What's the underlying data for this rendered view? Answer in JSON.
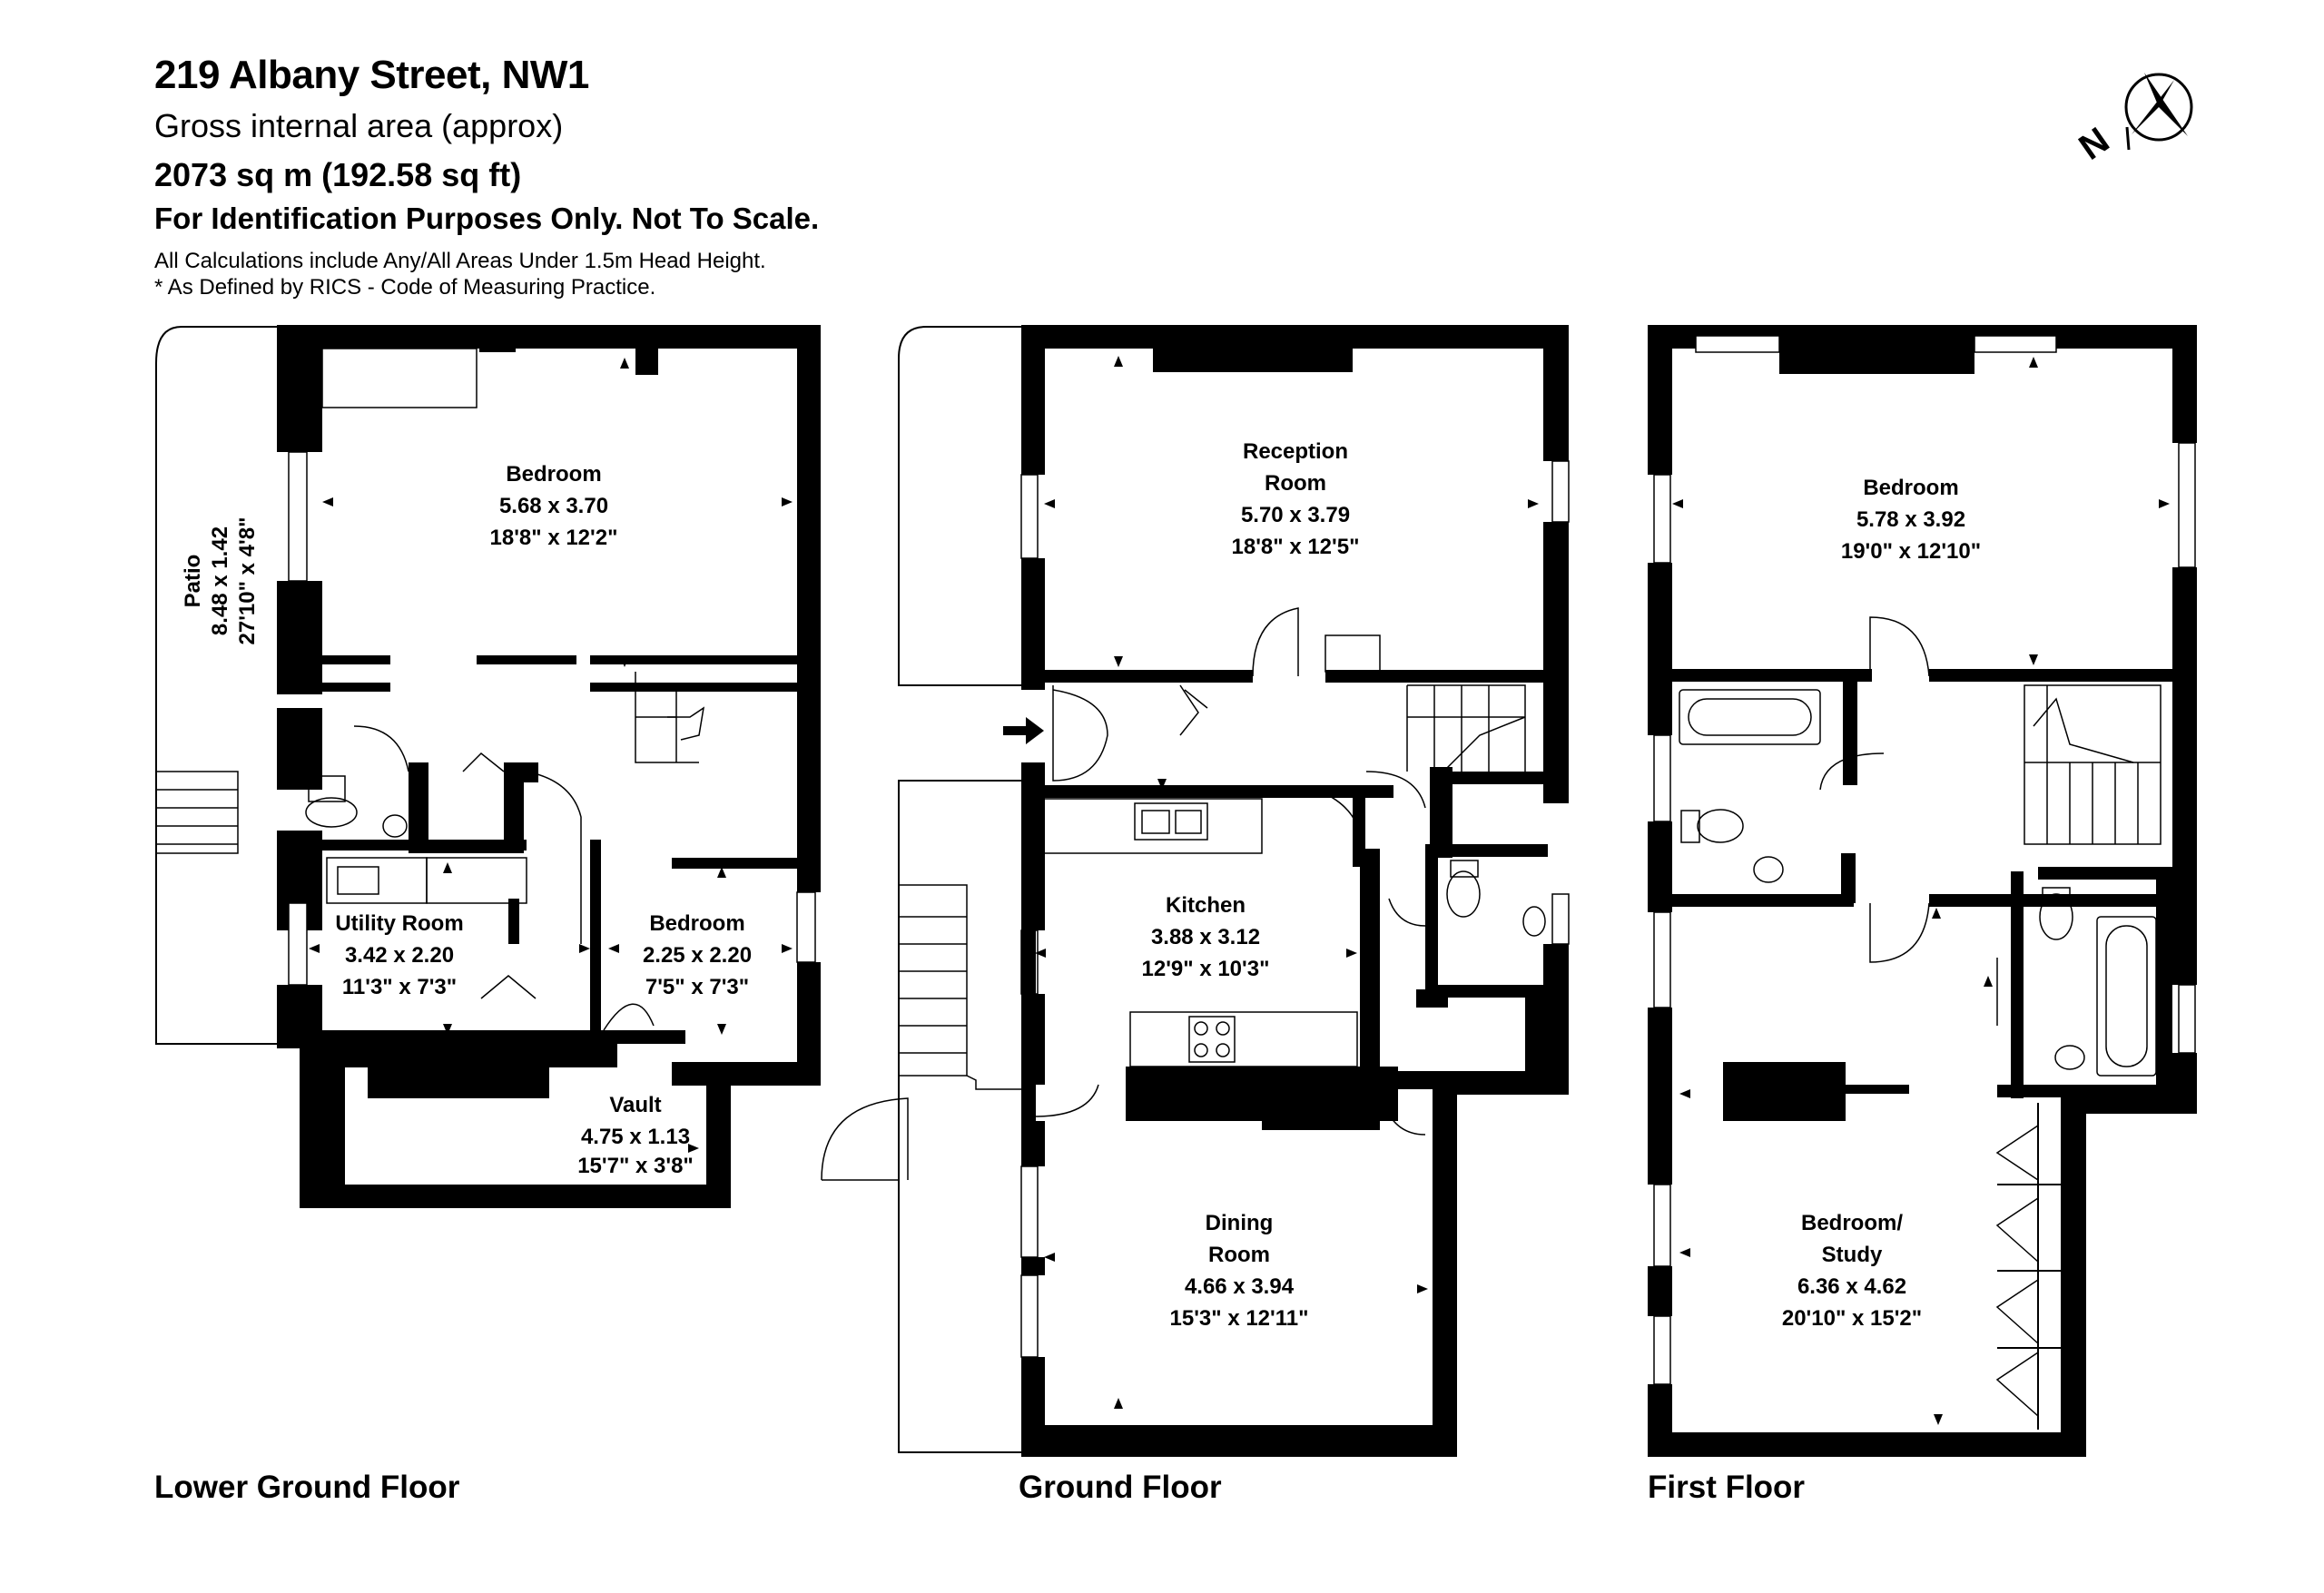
{
  "header": {
    "title": "219 Albany Street, NW1",
    "gross_label": "Gross internal area (approx)",
    "area": "2073 sq m (192.58 sq ft)",
    "identification": "For Identification Purposes Only. Not To Scale.",
    "calculations_note": "All Calculations include Any/All Areas Under 1.5m Head Height.",
    "rics_note": "* As Defined by RICS - Code of Measuring Practice."
  },
  "compass": {
    "letter": "N",
    "icon": "north-arrow-icon"
  },
  "floors": {
    "lower_ground": {
      "label": "Lower Ground Floor",
      "rooms": {
        "bedroom_main": {
          "name": "Bedroom",
          "metric": "5.68 x 3.70",
          "imperial": "18'8\" x 12'2\""
        },
        "patio": {
          "name": "Patio",
          "metric": "8.48 x 1.42",
          "imperial": "27'10\" x 4'8\""
        },
        "utility": {
          "name": "Utility Room",
          "metric": "3.42 x 2.20",
          "imperial": "11'3\" x 7'3\""
        },
        "bedroom_small": {
          "name": "Bedroom",
          "metric": "2.25 x 2.20",
          "imperial": "7'5\" x 7'3\""
        },
        "vault": {
          "name": "Vault",
          "metric": "4.75 x 1.13",
          "imperial": "15'7\" x 3'8\""
        }
      }
    },
    "ground": {
      "label": "Ground Floor",
      "rooms": {
        "reception": {
          "name_line1": "Reception",
          "name_line2": "Room",
          "metric": "5.70 x 3.79",
          "imperial": "18'8\" x 12'5\""
        },
        "kitchen": {
          "name": "Kitchen",
          "metric": "3.88 x 3.12",
          "imperial": "12'9\" x 10'3\""
        },
        "dining": {
          "name_line1": "Dining",
          "name_line2": "Room",
          "metric": "4.66 x 3.94",
          "imperial": "15'3\" x 12'11\""
        }
      }
    },
    "first": {
      "label": "First Floor",
      "rooms": {
        "bedroom": {
          "name": "Bedroom",
          "metric": "5.78 x 3.92",
          "imperial": "19'0\" x 12'10\""
        },
        "bedroom_study": {
          "name_line1": "Bedroom/",
          "name_line2": "Study",
          "metric": "6.36 x 4.62",
          "imperial": "20'10\" x 15'2\""
        }
      }
    }
  }
}
